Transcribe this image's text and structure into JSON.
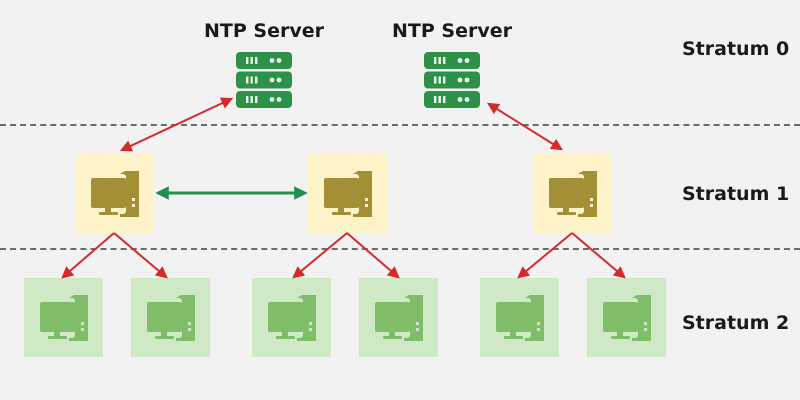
{
  "servers": [
    {
      "title": "NTP Server"
    },
    {
      "title": "NTP Server"
    }
  ],
  "strata": [
    {
      "label": "Stratum 0"
    },
    {
      "label": "Stratum 1"
    },
    {
      "label": "Stratum 2"
    }
  ],
  "colors": {
    "background": "#f2f2f2",
    "server_green": "#2e9148",
    "stratum1_bg": "#fdf2c8",
    "stratum1_icon": "#a38f35",
    "stratum2_bg": "#cfe9c6",
    "stratum2_icon": "#80bd68",
    "sync_arrow": "#d42a2a",
    "peer_arrow": "#22904a",
    "divider": "#6b6b6b"
  }
}
